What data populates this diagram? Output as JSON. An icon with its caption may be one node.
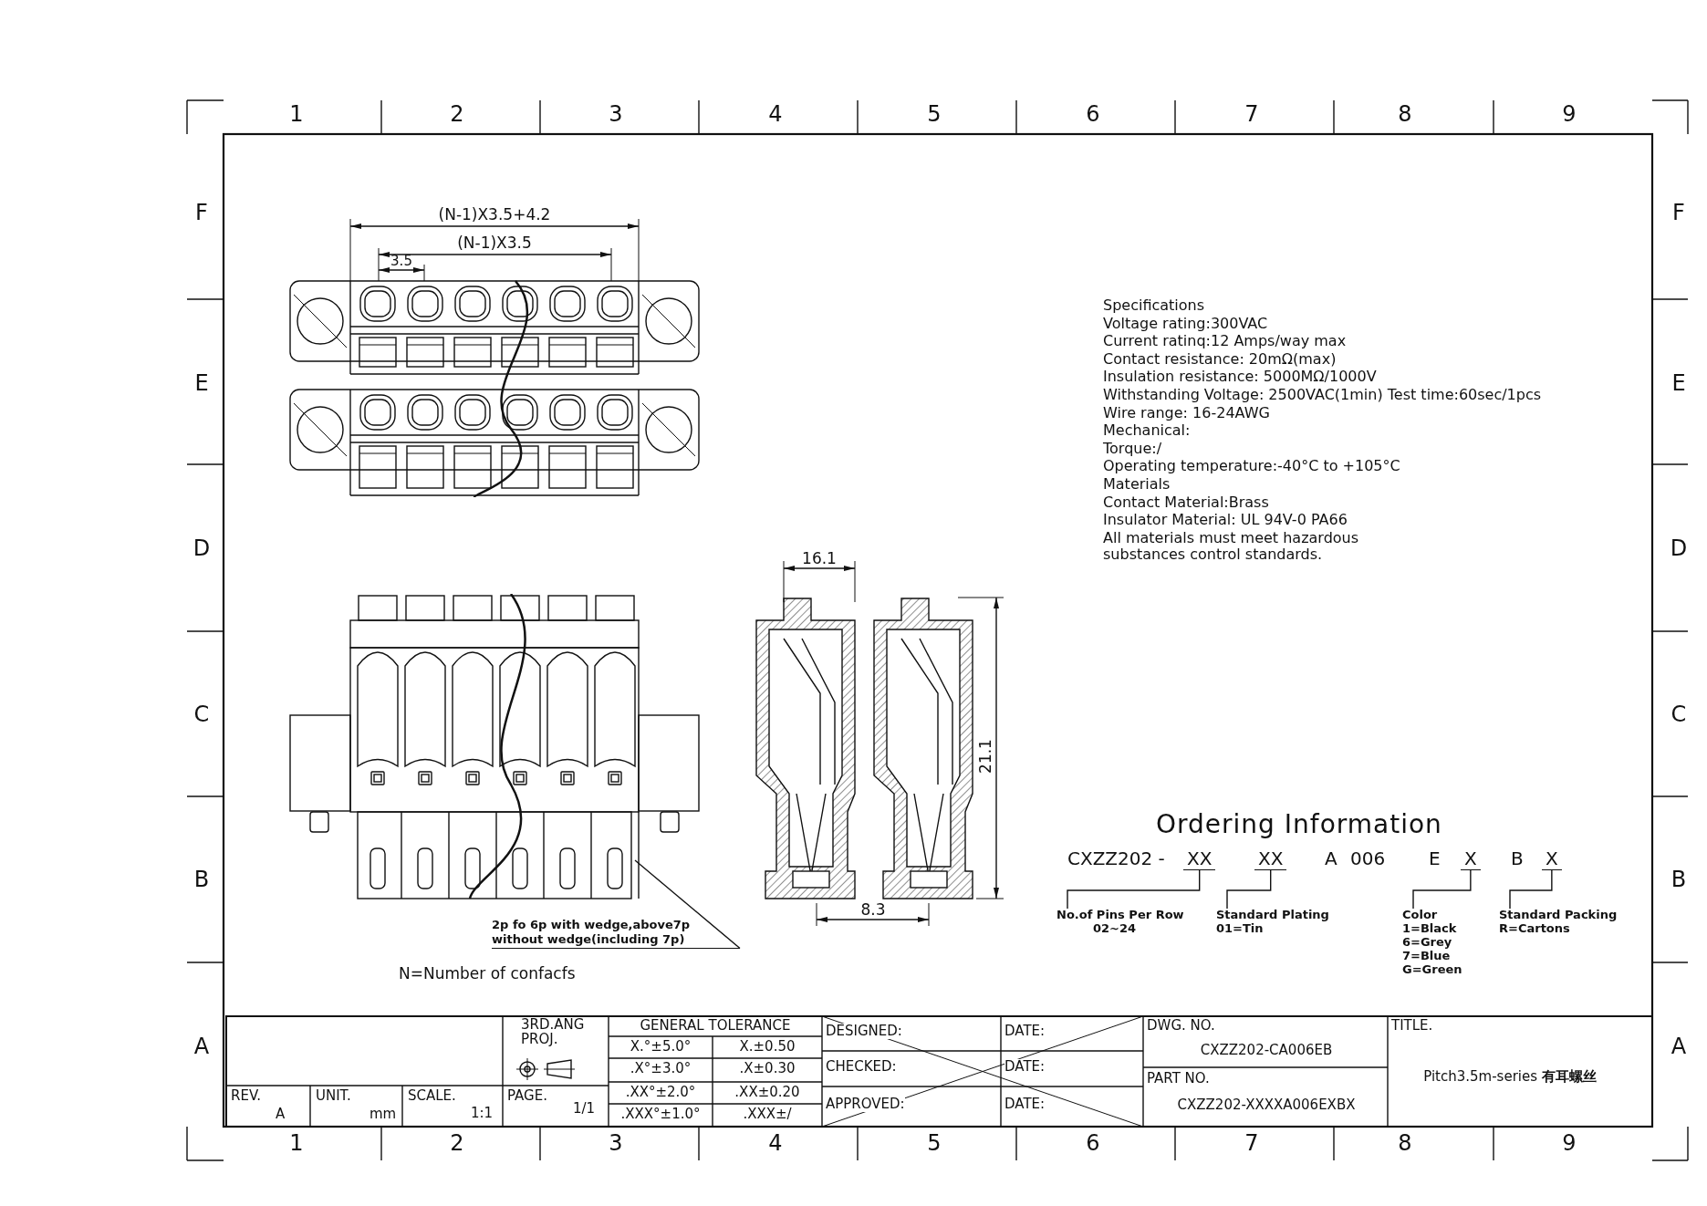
{
  "diagram": {
    "nodes": [
      {
        "text": [
          "XX"
        ]
      },
      {
        "text": [
          "XX"
        ]
      },
      {
        "text": [
          "X"
        ]
      },
      {
        "text": [
          "X"
        ]
      },
      {
        "text": [
          "No.of Pins Per Row",
          "02~24"
        ]
      },
      {
        "text": [
          "Standard Plating",
          "01=Tin"
        ]
      },
      {
        "text": [
          "Color",
          "1=Black",
          "6=Grey",
          "7=Blue",
          "G=Green"
        ]
      },
      {
        "text": [
          "Standard Packing",
          "R=Cartons"
        ]
      },
      {
        "text": [
          "2p fo 6p with wedge,above7p without wedge(including 7p)"
        ]
      },
      {
        "text": [],
        "shape": "picture"
      }
    ],
    "edges": [
      {
        "from": 4,
        "to": 0,
        "arrow": "none"
      },
      {
        "from": 5,
        "to": 1,
        "arrow": "none"
      },
      {
        "from": 6,
        "to": 2,
        "arrow": "none"
      },
      {
        "from": 7,
        "to": 3,
        "arrow": "none"
      },
      {
        "from": 8,
        "to": 9,
        "arrow": "none"
      }
    ],
    "labels": [
      "1",
      "2",
      "3",
      "4",
      "5",
      "6",
      "7",
      "8",
      "9",
      "F",
      "F",
      "E",
      "E",
      "D",
      "D",
      "C",
      "C",
      "B",
      "B",
      "A",
      "A",
      "(N-1)X3.5+4.2",
      "(N-1)X3.5",
      "3.5",
      "16.1",
      "21.1",
      "8.3",
      "Specifications",
      "Voltage rating:300VAC",
      "Current ratinq:12 Amps/way max",
      "Contact resistance: 20mΩ(max)",
      "Insulation resistance: 5000MΩ/1000V",
      "Withstanding Voltage: 2500VAC(1min) Test time:60sec/1pcs",
      "Wire range: 16-24AWG",
      "Mechanical:",
      "Torque:/",
      "Operating temperature:-40°C to +105°C",
      "Materials",
      "Contact Material:Brass",
      "Insulator Material: UL 94V-0 PA66",
      "All materials must meet hazardous substances control standards.",
      "Ordering Information",
      "CXZZ202 -",
      "A",
      "006",
      "E",
      "B",
      "N=Number of confacfs",
      "3RD.ANG PROJ.",
      "GENERAL TOLERANCE",
      "X.°±5.0°",
      "X.±0.50",
      ".X°±3.0°",
      ".X±0.30",
      ".XX°±2.0°",
      ".XX±0.20",
      ".XXX°±1.0°",
      ".XXX±/",
      "DESIGNED:",
      "DATE:",
      "CHECKED:",
      "DATE:",
      "APPROVED:",
      "DATE:",
      "DWG. NO.",
      "CXZZ202-CA006EB",
      "PART NO.",
      "CXZZ202-XXXXA006EXBX",
      "TITLE.",
      "Pitch3.5m-series **有耳螺丝**",
      "REV.",
      "A",
      "UNIT.",
      "mm",
      "SCALE.",
      "1:1",
      "PAGE.",
      "1/1",
      "1",
      "2",
      "3",
      "4",
      "5",
      "6",
      "7",
      "8",
      "9"
    ]
  }
}
